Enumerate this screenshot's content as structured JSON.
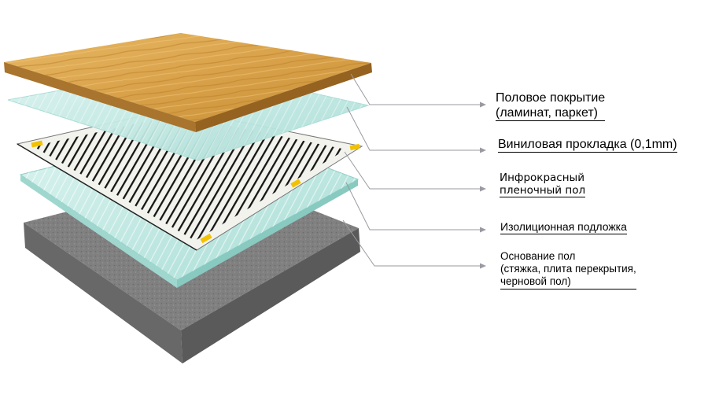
{
  "layers": [
    {
      "id": "wood",
      "lines": [
        "Половое покрытие",
        "(ламинат, паркет)"
      ]
    },
    {
      "id": "vinyl",
      "lines": [
        "Виниловая прокладка (0,1mm)"
      ]
    },
    {
      "id": "film",
      "lines": [
        "Инфрокрасный",
        "пленочный пол"
      ]
    },
    {
      "id": "insulation",
      "lines": [
        "Изолиционная подложка"
      ]
    },
    {
      "id": "base",
      "lines": [
        "Основание пол",
        "(стяжка, плита перекрытия,",
        "черновой пол)"
      ]
    }
  ],
  "colors": {
    "wood": "#d9a24a",
    "vinyl": "#c9ede8",
    "film_stripe": "#1a1a1a",
    "film_contact": "#f2c200",
    "insulation": "#bfe6e0",
    "concrete": "#7d7d7d",
    "leader": "#9a9aa2"
  }
}
